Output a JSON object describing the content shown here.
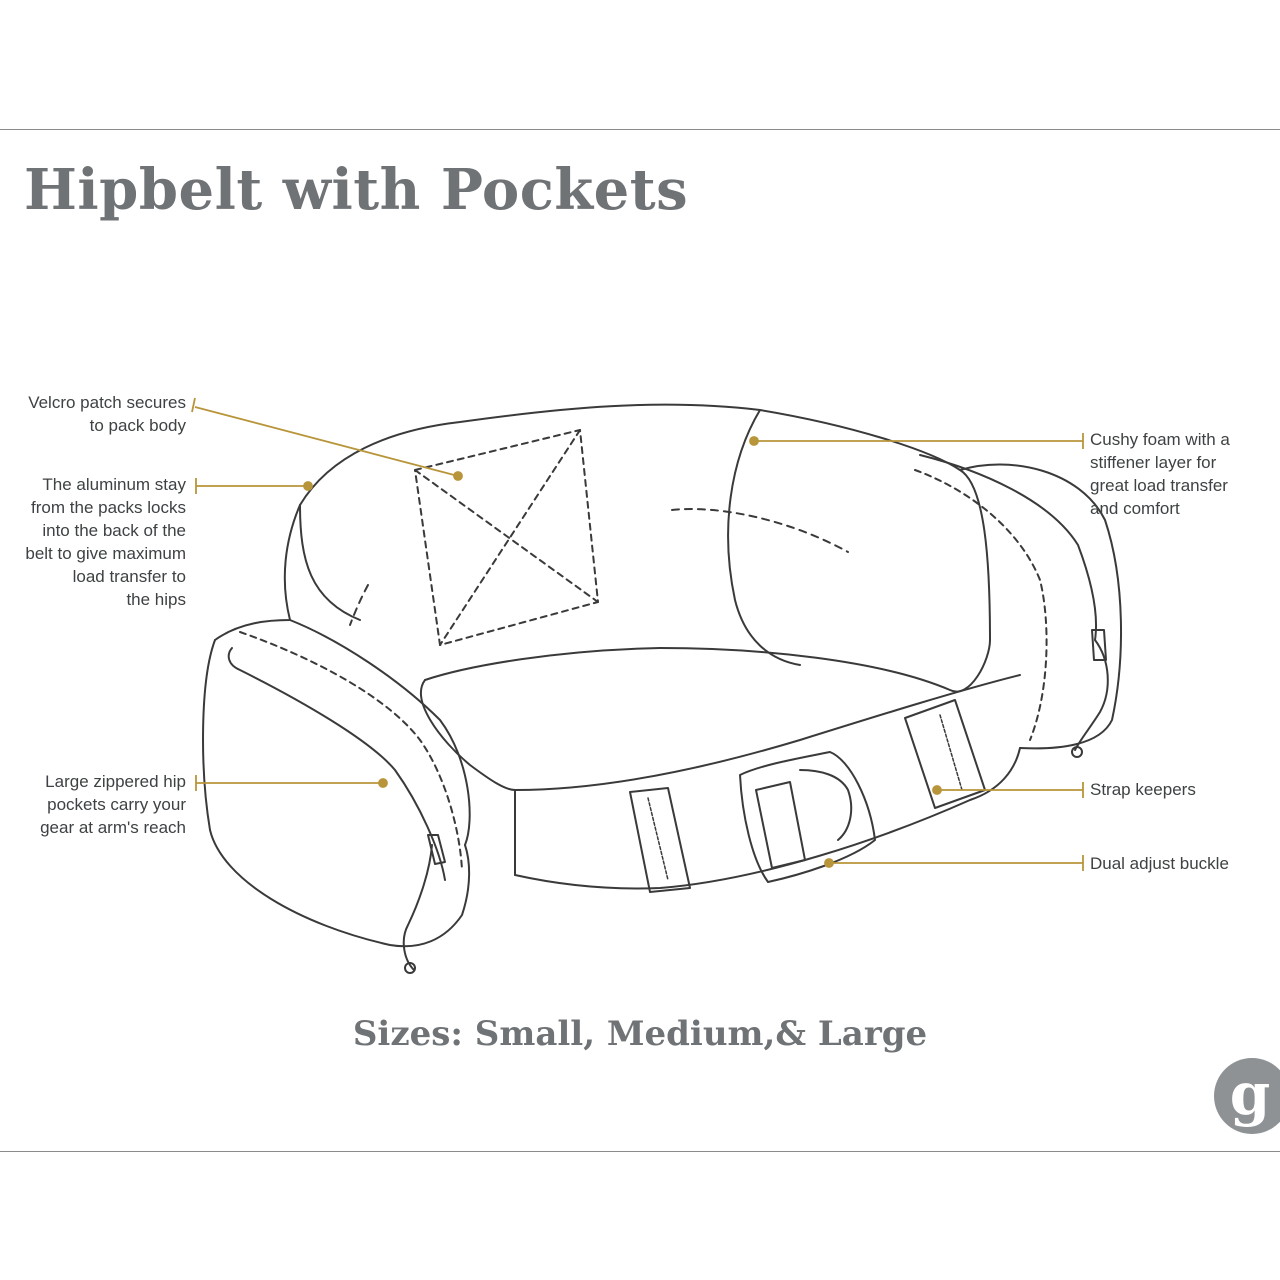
{
  "title": "Hipbelt with Pockets",
  "labels": {
    "velcro": "Velcro patch secures\nto pack body",
    "stay": "The aluminum stay\nfrom the packs locks\ninto the back of the\nbelt to give maximum\nload transfer to\nthe hips",
    "pockets": "Large zippered hip\npockets carry your\ngear at arm's reach",
    "foam": "Cushy foam with a\nstiffener layer for\ngreat load transfer\nand comfort",
    "keepers": "Strap keepers",
    "buckle": "Dual adjust buckle"
  },
  "sizes": "Sizes: Small, Medium,& Large",
  "logo": {
    "icon": "g-logo-icon",
    "letter": "g"
  },
  "colors": {
    "leader": "#b8953a",
    "outline": "#3a3a3a",
    "title": "#6f7376",
    "text": "#3e4244",
    "rule": "#8a8a8a",
    "logo": "#8e9294"
  }
}
